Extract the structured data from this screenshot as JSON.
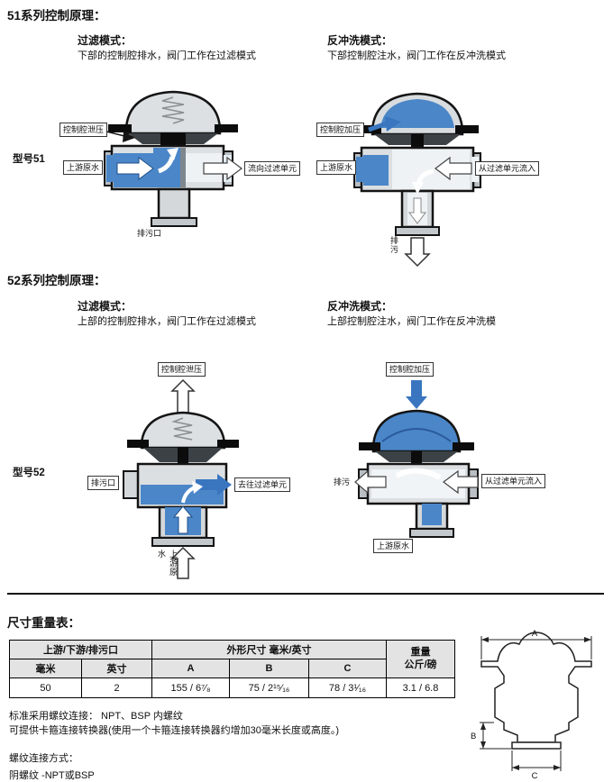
{
  "colors": {
    "water_blue": "#4a86c8",
    "arrow_blue": "#3a76c0",
    "metal_dark": "#141414",
    "body_gray": "#dcdfe2"
  },
  "section51": {
    "title": "51系列控制原理：",
    "model": "型号51",
    "filter": {
      "mode_title": "过滤模式：",
      "mode_desc": "下部的控制腔排水，阀门工作在过滤模式",
      "labels": {
        "relief": "控制腔泄压",
        "upstream": "上游原水",
        "outlet": "流向过滤单元",
        "drain_port": "排污口"
      }
    },
    "backwash": {
      "mode_title": "反冲洗模式：",
      "mode_desc": "下部控制腔注水，阀门工作在反冲洗模式",
      "labels": {
        "pressurize": "控制腔加压",
        "upstream": "上游原水",
        "inlet": "从过滤单元流入",
        "drain": "排污"
      }
    }
  },
  "section52": {
    "title": "52系列控制原理：",
    "model": "型号52",
    "filter": {
      "mode_title": "过滤模式：",
      "mode_desc": "上部的控制腔排水，阀门工作在过滤模式",
      "labels": {
        "relief": "控制腔泄压",
        "drain_port": "排污口",
        "outlet": "去往过滤单元",
        "upstream": "上游原水"
      }
    },
    "backwash": {
      "mode_title": "反冲洗模式：",
      "mode_desc": "上部控制腔注水，阀门工作在反冲洗模",
      "labels": {
        "pressurize": "控制腔加压",
        "drain": "排污",
        "inlet": "从过滤单元流入",
        "upstream": "上游原水"
      }
    }
  },
  "dimensions": {
    "title": "尺寸重量表：",
    "table": {
      "header_group_port": "上游/下游/排污口",
      "header_group_dims": "外形尺寸 毫米/英寸",
      "header_weight_line1": "重量",
      "header_weight_line2": "公斤/磅",
      "sub_headers": [
        "毫米",
        "英寸",
        "A",
        "B",
        "C"
      ],
      "row": [
        "50",
        "2",
        "155 / 6⁷⁄₈",
        "75 / 2¹⁵⁄₁₆",
        "78 / 3¹⁄₁₆",
        "3.1 / 6.8"
      ]
    },
    "drawing_labels": {
      "a": "A",
      "b": "B",
      "c": "C"
    }
  },
  "notes": {
    "line1": "标准采用螺纹连接： NPT、BSP 内螺纹",
    "line2": "可提供卡箍连接转换器(使用一个卡箍连接转换器约增加30毫米长度或高度。)",
    "line3": "螺纹连接方式：",
    "line4": "阴螺纹 -NPT或BSP"
  }
}
